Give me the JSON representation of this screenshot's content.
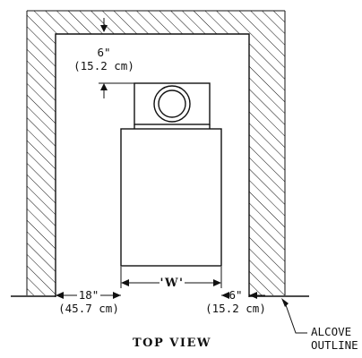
{
  "labels": {
    "top_dim_in": "6\"",
    "top_dim_cm": "(15.2 cm)",
    "width_label": "'W'",
    "left_dim_in": "18\"",
    "left_dim_cm": "(45.7 cm)",
    "right_dim_in": "6\"",
    "right_dim_cm": "(15.2 cm)",
    "view_title": "TOP VIEW",
    "callout_line1": "ALCOVE",
    "callout_line2": "OUTLINE"
  }
}
